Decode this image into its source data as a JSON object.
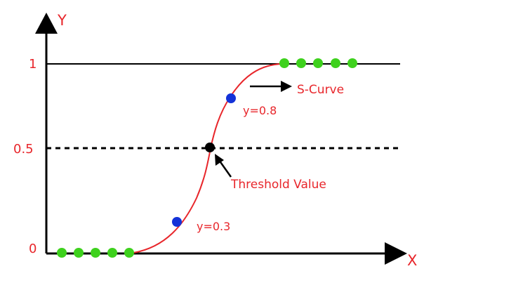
{
  "diagram": {
    "axes": {
      "x_label": "X",
      "y_label": "Y",
      "tick_labels": {
        "one": "1",
        "half": "0.5",
        "zero": "0"
      }
    },
    "annotations": {
      "s_curve": "S-Curve",
      "threshold": "Threshold Value",
      "high_point": "y=0.8",
      "low_point": "y=0.3"
    },
    "colors": {
      "axis": "#000000",
      "curve": "#e8262b",
      "label_red": "#e8262b",
      "class_point": "#3ed11d",
      "sample_point": "#1432d8",
      "threshold_point": "#000000"
    }
  }
}
